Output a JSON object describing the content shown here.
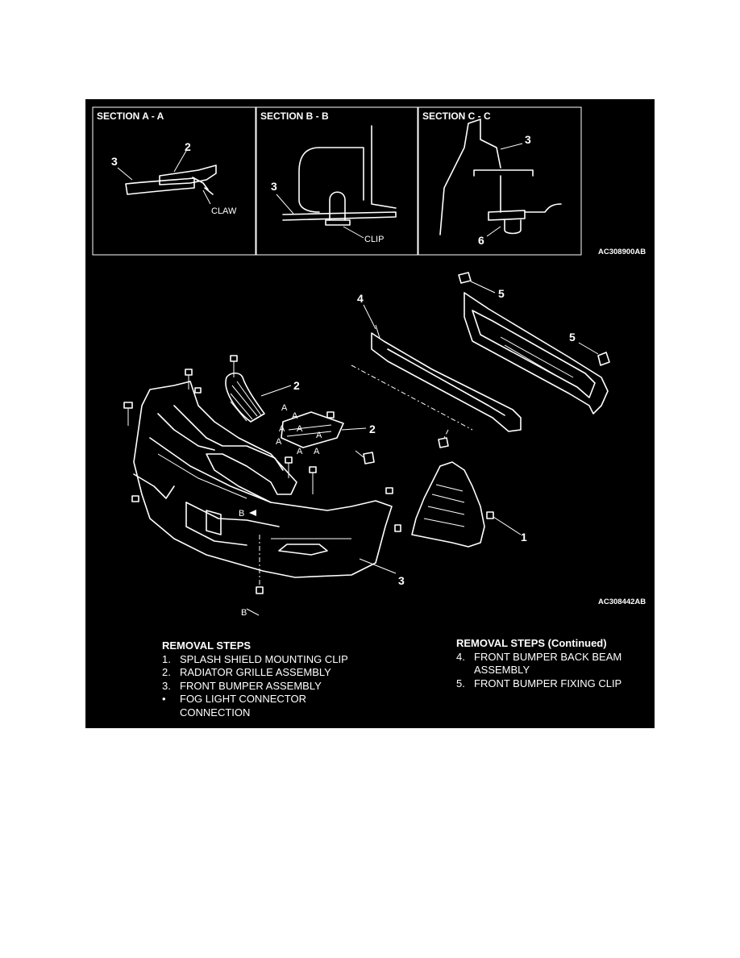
{
  "sections": [
    {
      "title": "SECTION A - A",
      "labels": {
        "part_3": "3",
        "part_2": "2",
        "claw": "CLAW"
      }
    },
    {
      "title": "SECTION B - B",
      "labels": {
        "part_3": "3",
        "clip": "CLIP"
      }
    },
    {
      "title": "SECTION C - C",
      "labels": {
        "part_3": "3",
        "part_6": "6"
      }
    }
  ],
  "codes": {
    "top": "AC308900AB",
    "bottom": "AC308442AB"
  },
  "callouts": {
    "n1": "1",
    "n2": "2",
    "n3": "3",
    "n4": "4",
    "n5": "5",
    "a": "A",
    "b": "B"
  },
  "removal_steps": {
    "title": "REMOVAL STEPS",
    "items": [
      {
        "marker": "1.",
        "text": "SPLASH SHIELD MOUNTING CLIP"
      },
      {
        "marker": "2.",
        "text": "RADIATOR GRILLE ASSEMBLY"
      },
      {
        "marker": "3.",
        "text": "FRONT BUMPER ASSEMBLY"
      },
      {
        "marker": "•",
        "text": "FOG LIGHT CONNECTOR CONNECTION"
      }
    ]
  },
  "removal_steps_cont": {
    "title": "REMOVAL STEPS (Continued)",
    "items": [
      {
        "marker": "4.",
        "text": "FRONT BUMPER BACK BEAM ASSEMBLY"
      },
      {
        "marker": "5.",
        "text": "FRONT BUMPER FIXING CLIP"
      }
    ]
  }
}
